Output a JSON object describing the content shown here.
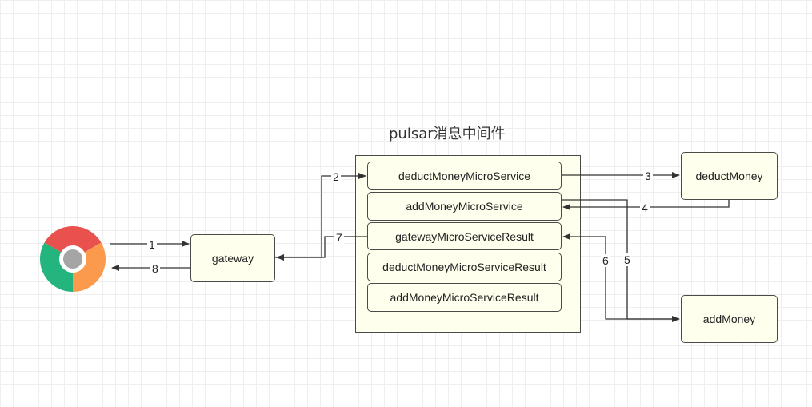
{
  "diagram": {
    "title": "pulsar消息中间件",
    "nodes": {
      "browser": "chrome-icon",
      "gateway": "gateway",
      "deductMoney": "deductMoney",
      "addMoney": "addMoney"
    },
    "topics": [
      "deductMoneyMicroService",
      "addMoneyMicroService",
      "gatewayMicroServiceResult",
      "deductMoneyMicroServiceResult",
      "addMoneyMicroServiceResult"
    ],
    "edges": [
      {
        "label": "1",
        "from": "browser",
        "to": "gateway"
      },
      {
        "label": "2",
        "from": "gateway",
        "to": "deductMoneyMicroService"
      },
      {
        "label": "3",
        "from": "deductMoneyMicroService",
        "to": "deductMoney"
      },
      {
        "label": "4",
        "from": "deductMoney",
        "to": "addMoneyMicroService"
      },
      {
        "label": "5",
        "from": "addMoneyMicroService",
        "to": "addMoney"
      },
      {
        "label": "6",
        "from": "addMoney",
        "to": "gatewayMicroServiceResult"
      },
      {
        "label": "7",
        "from": "gatewayMicroServiceResult",
        "to": "gateway"
      },
      {
        "label": "8",
        "from": "gateway",
        "to": "browser"
      }
    ]
  },
  "colors": {
    "box_fill": "#ffffed",
    "stroke": "#333333",
    "chrome_red": "#e8514d",
    "chrome_green": "#23b57d",
    "chrome_orange": "#fb9a4c",
    "chrome_center": "#a5a5a5"
  }
}
